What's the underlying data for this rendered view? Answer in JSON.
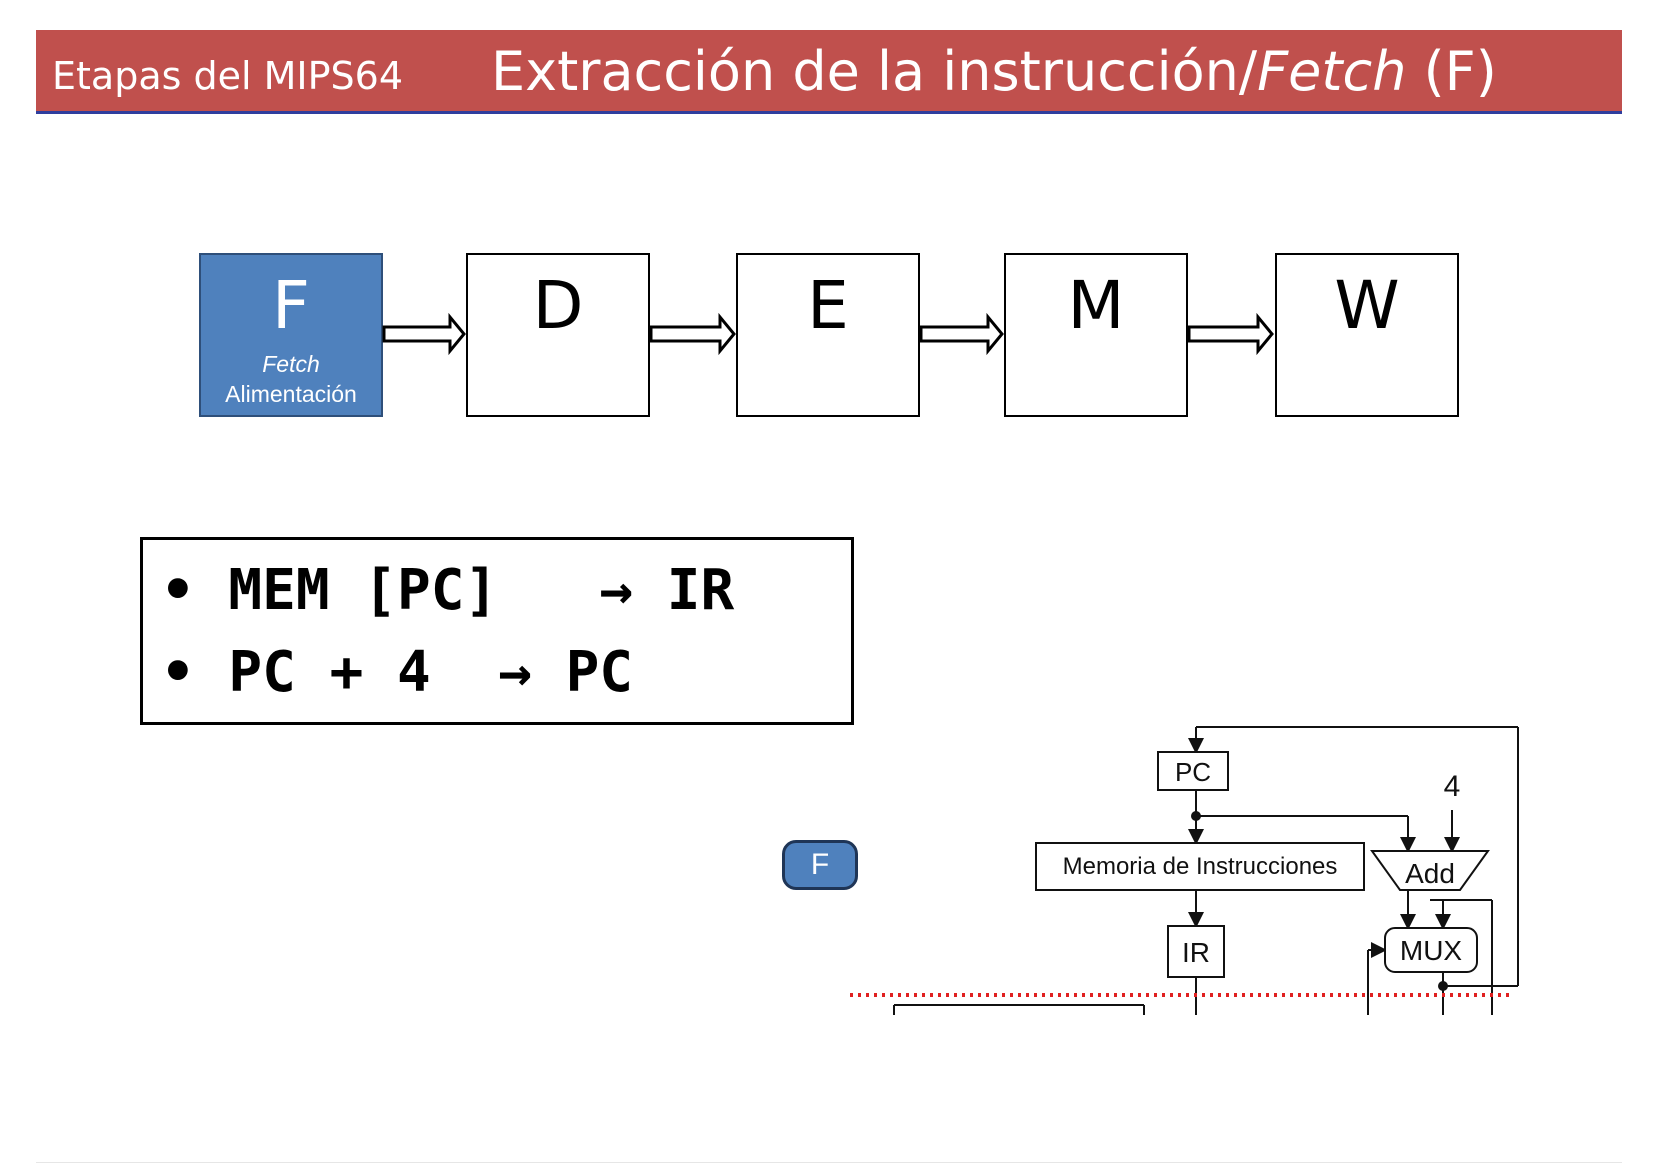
{
  "header": {
    "subtitle": "Etapas del MIPS64",
    "title_main": "Extracción de la instrucción/",
    "title_italic": "Fetch",
    "title_suffix": " (F)"
  },
  "pipeline": {
    "stages": [
      {
        "letter": "F",
        "sub1": "Fetch",
        "sub2": "Alimentación",
        "active": true
      },
      {
        "letter": "D",
        "active": false
      },
      {
        "letter": "E",
        "active": false
      },
      {
        "letter": "M",
        "active": false
      },
      {
        "letter": "W",
        "active": false
      }
    ]
  },
  "instructions": {
    "line1": "• MEM [PC]   → IR",
    "line2": "• PC + 4  → PC"
  },
  "badge": {
    "label": "F"
  },
  "datapath": {
    "pc": "PC",
    "memory": "Memoria de Instrucciones",
    "ir": "IR",
    "add": "Add",
    "mux": "MUX",
    "constant": "4"
  },
  "colors": {
    "title_bar": "#c0504d",
    "active_stage": "#4f81bd",
    "stage_boundary": "#e02020"
  }
}
